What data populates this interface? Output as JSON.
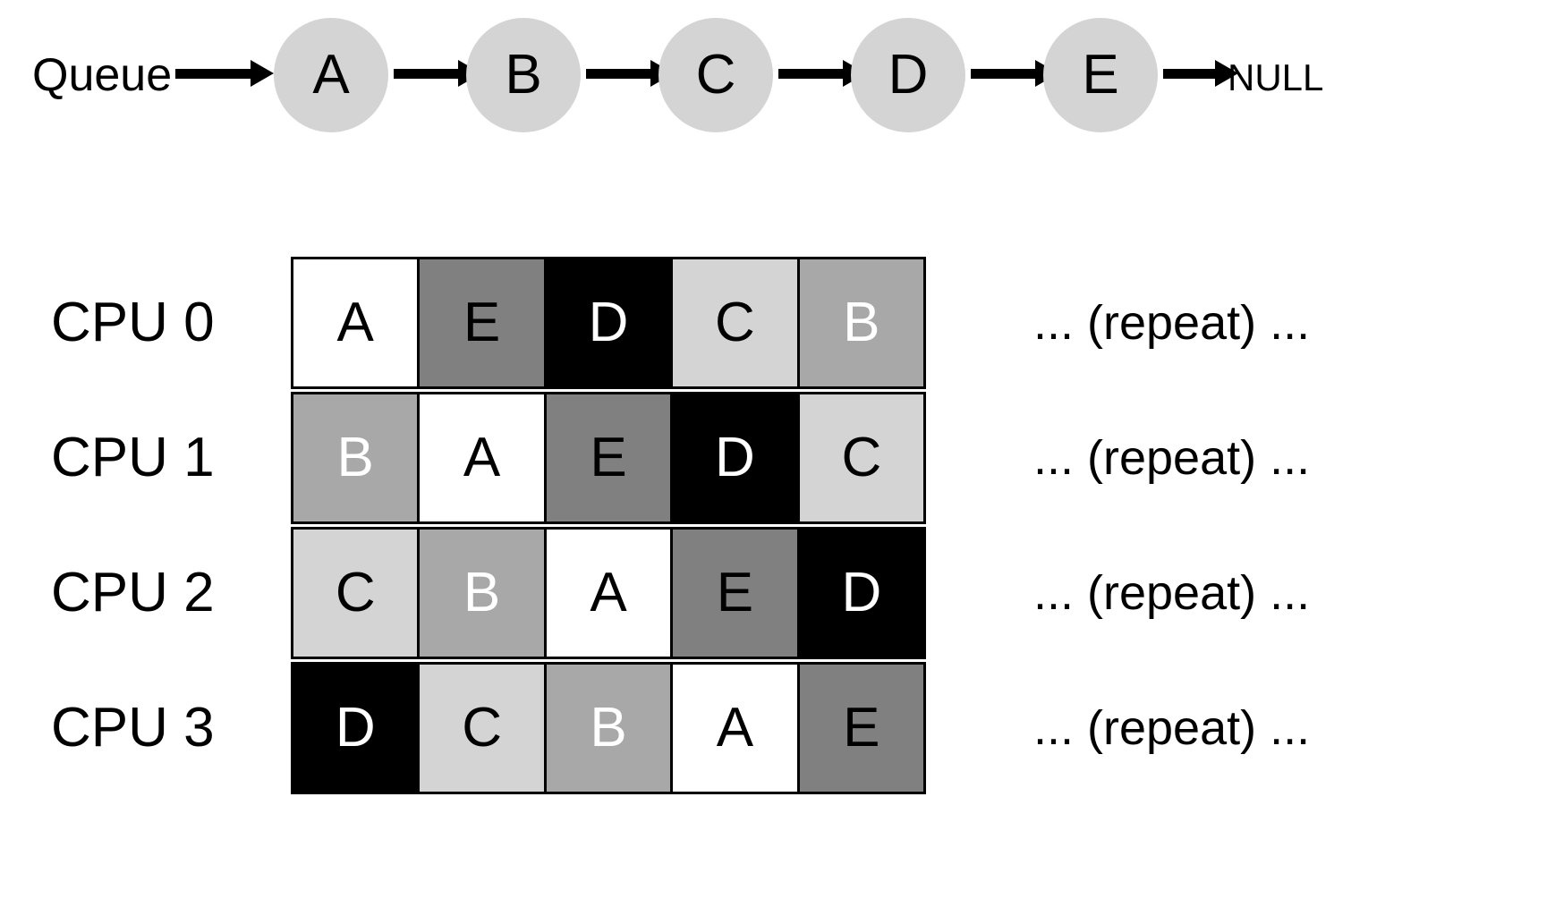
{
  "queue": {
    "label": "Queue",
    "terminator": "NULL",
    "nodes": [
      {
        "label": "A"
      },
      {
        "label": "B"
      },
      {
        "label": "C"
      },
      {
        "label": "D"
      },
      {
        "label": "E"
      }
    ],
    "node_fill": "#d4d4d4",
    "arrow_color": "#000000"
  },
  "schedule": {
    "repeat_note": "... (repeat) ...",
    "task_colors": {
      "A": {
        "bg": "#ffffff",
        "fg": "#000000"
      },
      "B": {
        "bg": "#a8a8a8",
        "fg": "#ffffff"
      },
      "C": {
        "bg": "#d4d4d4",
        "fg": "#000000"
      },
      "D": {
        "bg": "#000000",
        "fg": "#ffffff"
      },
      "E": {
        "bg": "#808080",
        "fg": "#000000"
      }
    },
    "rows": [
      {
        "cpu_label": "CPU 0",
        "slots": [
          {
            "task": "A",
            "bg": "#ffffff",
            "fg": "#000000"
          },
          {
            "task": "E",
            "bg": "#808080",
            "fg": "#000000"
          },
          {
            "task": "D",
            "bg": "#000000",
            "fg": "#ffffff"
          },
          {
            "task": "C",
            "bg": "#d4d4d4",
            "fg": "#000000"
          },
          {
            "task": "B",
            "bg": "#a8a8a8",
            "fg": "#ffffff"
          }
        ],
        "repeat_note": "... (repeat) ..."
      },
      {
        "cpu_label": "CPU 1",
        "slots": [
          {
            "task": "B",
            "bg": "#a8a8a8",
            "fg": "#ffffff"
          },
          {
            "task": "A",
            "bg": "#ffffff",
            "fg": "#000000"
          },
          {
            "task": "E",
            "bg": "#808080",
            "fg": "#000000"
          },
          {
            "task": "D",
            "bg": "#000000",
            "fg": "#ffffff"
          },
          {
            "task": "C",
            "bg": "#d4d4d4",
            "fg": "#000000"
          }
        ],
        "repeat_note": "... (repeat) ..."
      },
      {
        "cpu_label": "CPU 2",
        "slots": [
          {
            "task": "C",
            "bg": "#d4d4d4",
            "fg": "#000000"
          },
          {
            "task": "B",
            "bg": "#a8a8a8",
            "fg": "#ffffff"
          },
          {
            "task": "A",
            "bg": "#ffffff",
            "fg": "#000000"
          },
          {
            "task": "E",
            "bg": "#808080",
            "fg": "#000000"
          },
          {
            "task": "D",
            "bg": "#000000",
            "fg": "#ffffff"
          }
        ],
        "repeat_note": "... (repeat) ..."
      },
      {
        "cpu_label": "CPU 3",
        "slots": [
          {
            "task": "D",
            "bg": "#000000",
            "fg": "#ffffff"
          },
          {
            "task": "C",
            "bg": "#d4d4d4",
            "fg": "#000000"
          },
          {
            "task": "B",
            "bg": "#a8a8a8",
            "fg": "#ffffff"
          },
          {
            "task": "A",
            "bg": "#ffffff",
            "fg": "#000000"
          },
          {
            "task": "E",
            "bg": "#808080",
            "fg": "#000000"
          }
        ],
        "repeat_note": "... (repeat) ..."
      }
    ]
  }
}
